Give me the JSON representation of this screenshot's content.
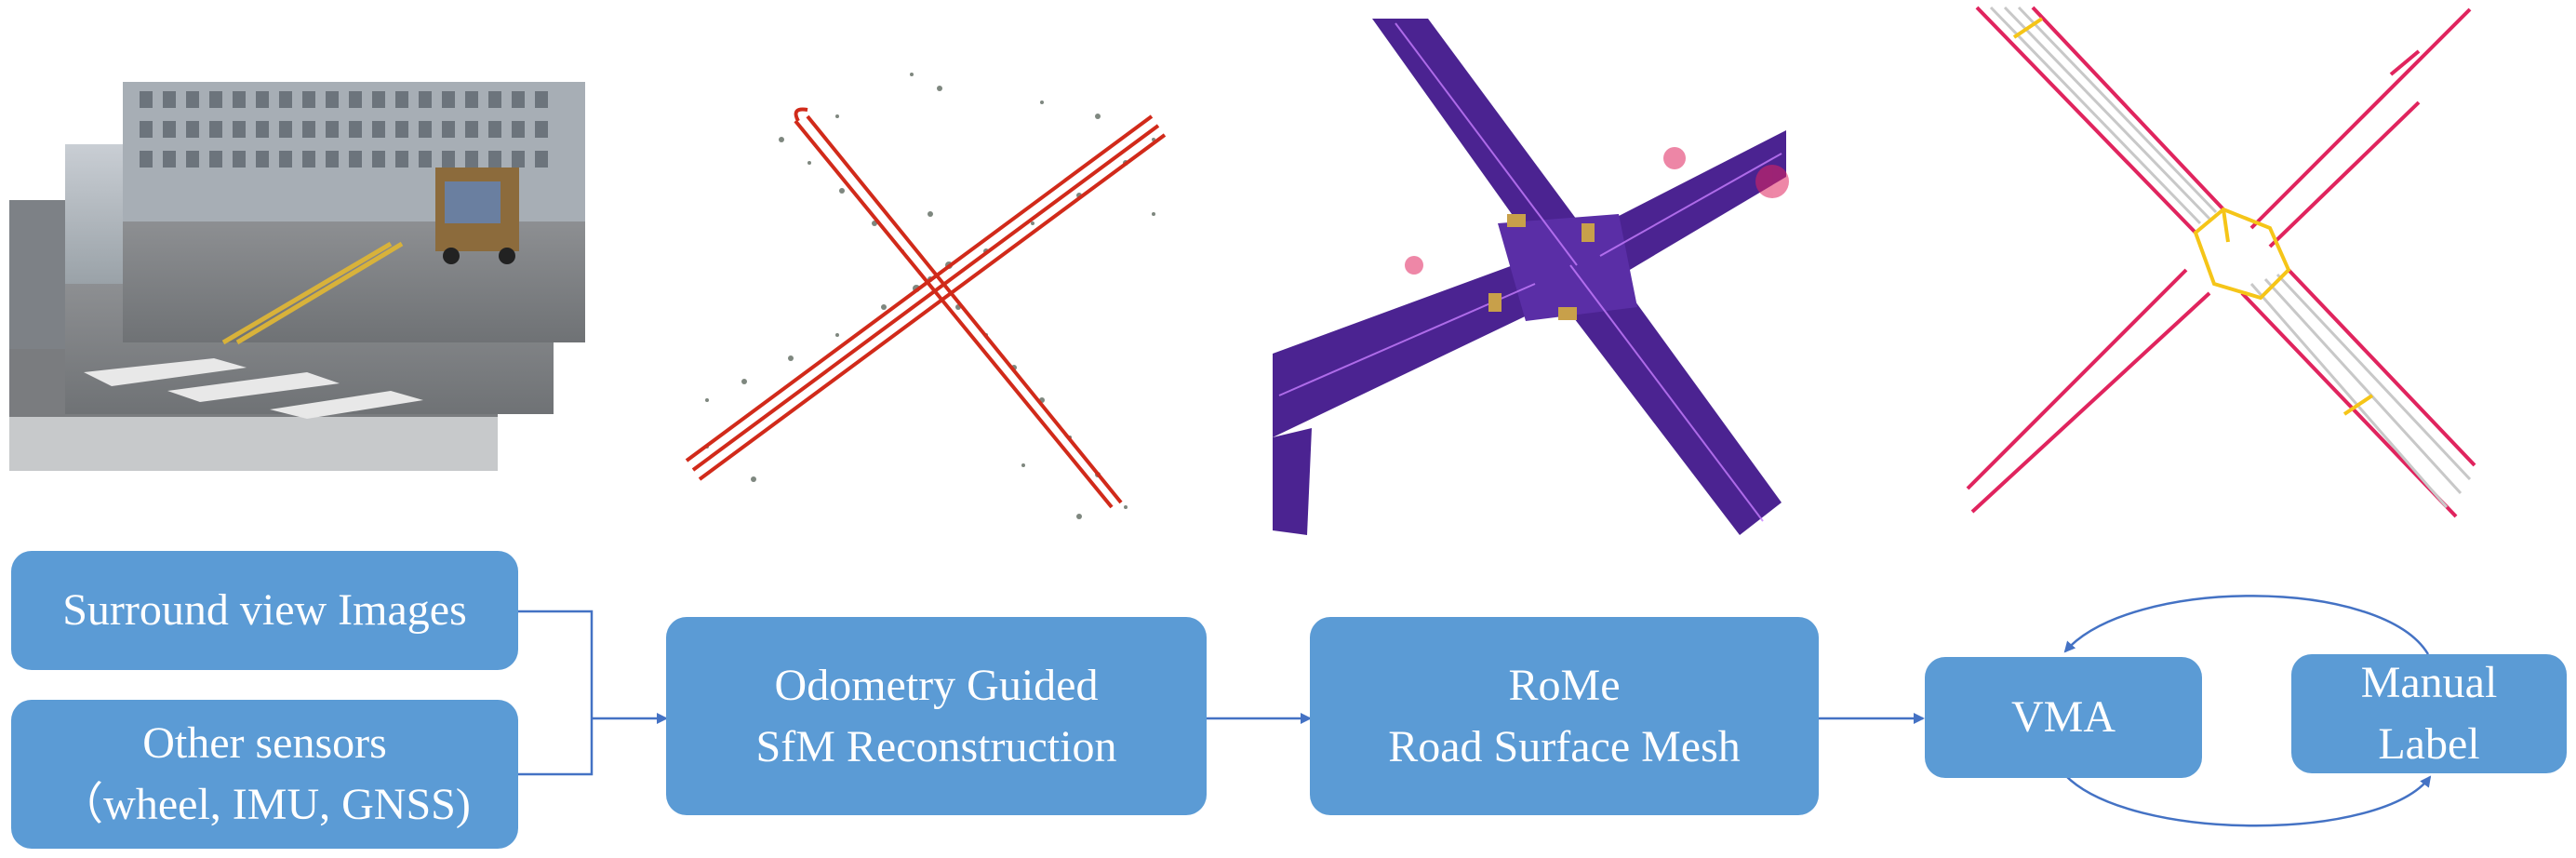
{
  "inputs": {
    "surround": "Surround view Images",
    "sensors_line1": "Other sensors",
    "sensors_line2": "（wheel, IMU, GNSS)"
  },
  "pipeline": {
    "sfm_line1": "Odometry Guided",
    "sfm_line2": "SfM Reconstruction",
    "rome_line1": "RoMe",
    "rome_line2": "Road Surface Mesh",
    "vma": "VMA",
    "manual_line1": "Manual",
    "manual_line2": "Label"
  },
  "images": {
    "camera": "camera-frames-image",
    "pointcloud": "sfm-pointcloud-image",
    "mesh": "road-mesh-image",
    "vector_map": "vector-map-image"
  },
  "colors": {
    "box": "#5b9bd5",
    "line": "#4472c4",
    "trajectory": "#d12a1a",
    "mesh": "#4b2391",
    "map_red": "#e0245e",
    "map_yellow": "#f5c518"
  }
}
